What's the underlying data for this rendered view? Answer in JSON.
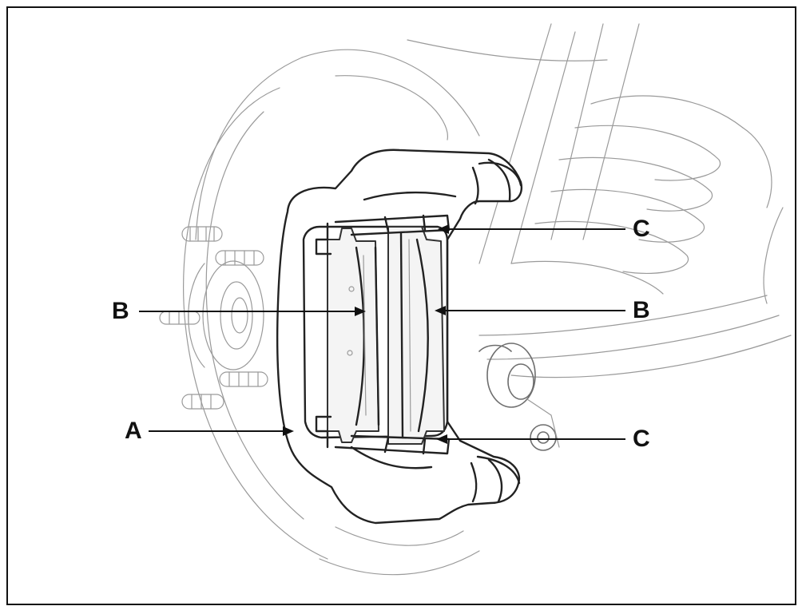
{
  "colors": {
    "line": "#222222",
    "light": "#9a9a9a",
    "background": "#ffffff"
  },
  "labels": {
    "a": "A",
    "b_left": "B",
    "b_right": "B",
    "c_top": "C",
    "c_bottom": "C"
  }
}
